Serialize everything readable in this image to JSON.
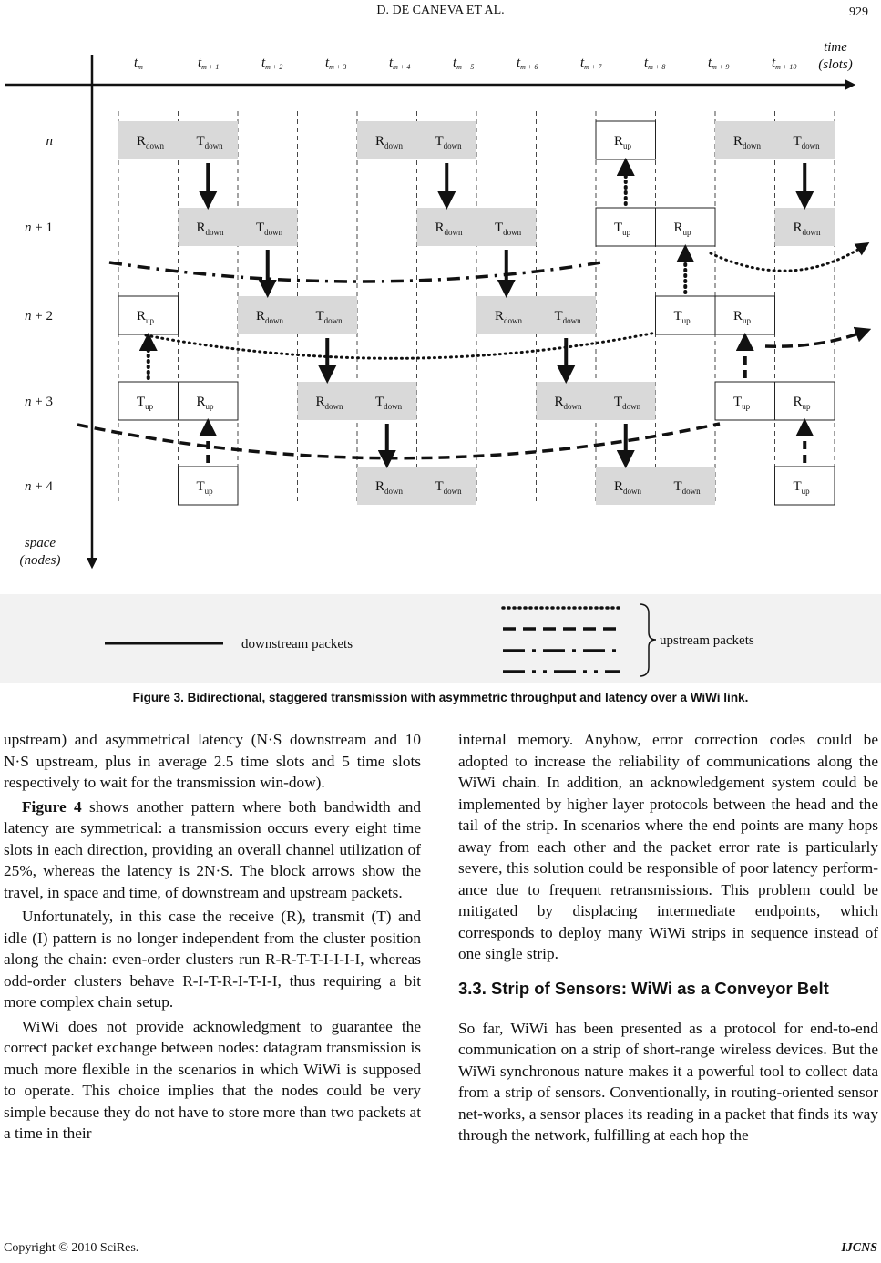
{
  "header": {
    "running_head": "D. DE CANEVA    ET    AL.",
    "page_number": "929"
  },
  "figure": {
    "time_axis_label": [
      "time",
      "(slots)"
    ],
    "space_axis_label": [
      "space",
      "(nodes)"
    ],
    "slot_labels": [
      "t_m",
      "t_m + 1",
      "t_m + 2",
      "t_m + 3",
      "t_m + 4",
      "t_m + 5",
      "t_m + 6",
      "t_m + 7",
      "t_m + 8",
      "t_m + 9",
      "t_m + 10"
    ],
    "node_labels": [
      "n",
      "n + 1",
      "n + 2",
      "n + 3",
      "n + 4"
    ],
    "schedule": [
      {
        "row": 0,
        "col": 0,
        "base": "R",
        "sub": "down"
      },
      {
        "row": 0,
        "col": 1,
        "base": "T",
        "sub": "down"
      },
      {
        "row": 0,
        "col": 4,
        "base": "R",
        "sub": "down"
      },
      {
        "row": 0,
        "col": 5,
        "base": "T",
        "sub": "down"
      },
      {
        "row": 0,
        "col": 8,
        "base": "R",
        "sub": "up"
      },
      {
        "row": 0,
        "col": 10,
        "base": "R",
        "sub": "down"
      },
      {
        "row": 0,
        "col": 11,
        "base": "T",
        "sub": "down"
      },
      {
        "row": 1,
        "col": 1,
        "base": "R",
        "sub": "down"
      },
      {
        "row": 1,
        "col": 2,
        "base": "T",
        "sub": "down"
      },
      {
        "row": 1,
        "col": 5,
        "base": "R",
        "sub": "down"
      },
      {
        "row": 1,
        "col": 6,
        "base": "T",
        "sub": "down"
      },
      {
        "row": 1,
        "col": 8,
        "base": "T",
        "sub": "up"
      },
      {
        "row": 1,
        "col": 9,
        "base": "R",
        "sub": "up"
      },
      {
        "row": 1,
        "col": 11,
        "base": "R",
        "sub": "down"
      },
      {
        "row": 2,
        "col": 0,
        "base": "R",
        "sub": "up"
      },
      {
        "row": 2,
        "col": 2,
        "base": "R",
        "sub": "down"
      },
      {
        "row": 2,
        "col": 3,
        "base": "T",
        "sub": "down"
      },
      {
        "row": 2,
        "col": 6,
        "base": "R",
        "sub": "down"
      },
      {
        "row": 2,
        "col": 7,
        "base": "T",
        "sub": "down"
      },
      {
        "row": 2,
        "col": 9,
        "base": "T",
        "sub": "up"
      },
      {
        "row": 2,
        "col": 10,
        "base": "R",
        "sub": "up"
      },
      {
        "row": 3,
        "col": 0,
        "base": "T",
        "sub": "up"
      },
      {
        "row": 3,
        "col": 1,
        "base": "R",
        "sub": "up"
      },
      {
        "row": 3,
        "col": 3,
        "base": "R",
        "sub": "down"
      },
      {
        "row": 3,
        "col": 4,
        "base": "T",
        "sub": "down"
      },
      {
        "row": 3,
        "col": 7,
        "base": "R",
        "sub": "down"
      },
      {
        "row": 3,
        "col": 8,
        "base": "T",
        "sub": "down"
      },
      {
        "row": 3,
        "col": 10,
        "base": "T",
        "sub": "up"
      },
      {
        "row": 3,
        "col": 11,
        "base": "R",
        "sub": "up"
      },
      {
        "row": 4,
        "col": 1,
        "base": "T",
        "sub": "up"
      },
      {
        "row": 4,
        "col": 4,
        "base": "R",
        "sub": "down"
      },
      {
        "row": 4,
        "col": 5,
        "base": "T",
        "sub": "down"
      },
      {
        "row": 4,
        "col": 8,
        "base": "R",
        "sub": "down"
      },
      {
        "row": 4,
        "col": 9,
        "base": "T",
        "sub": "down"
      },
      {
        "row": 4,
        "col": 11,
        "base": "T",
        "sub": "up"
      }
    ],
    "legend": {
      "downstream": "downstream packets",
      "upstream": "upstream packets"
    },
    "colors": {
      "downstream_cell": "#d9d9d9",
      "upstream_cell": "#ffffff",
      "legend_bg": "#f2f2f2"
    }
  },
  "caption": "Figure 3. Bidirectional, staggered transmission with asymmetric throughput and latency over a WiWi link.",
  "left_column": {
    "p1": "upstream) and asymmetrical latency (N·S downstream and 10 N·S upstream, plus in average 2.5 time slots and 5 time slots respectively to wait for the transmission win-dow).",
    "p2_lead": "Figure 4",
    "p2_rest": " shows another pattern where both bandwidth and latency are symmetrical: a transmission occurs every eight time slots in each direction, providing an overall channel utilization of 25%, whereas the latency is 2N·S. The block arrows show the travel, in space and time, of downstream and upstream packets.",
    "p3": "Unfortunately, in this case the receive (R), transmit (T) and idle (I) pattern is no longer independent from the cluster position along the chain: even-order clusters run R-R-T-T-I-I-I-I, whereas odd-order clusters behave R-I-T-R-I-T-I-I, thus requiring a bit more complex chain setup.",
    "p4": "WiWi does not provide acknowledgment to guarantee the correct packet exchange between nodes: datagram transmission is much more flexible in the scenarios in which WiWi is supposed to operate. This choice implies that the nodes could be very simple because they do not have to store more than two packets at a time in their"
  },
  "right_column": {
    "p1": "internal memory. Anyhow, error correction codes could be adopted to increase the reliability of communications along the WiWi chain. In addition, an acknowledgement system could be implemented by higher layer protocols between the head and the tail of the strip. In scenarios where the end points are many hops away from each other and the packet error rate is particularly severe, this solution could be responsible of poor latency perform-ance due to frequent retransmissions. This problem could be mitigated by displacing intermediate endpoints, which corresponds to deploy many WiWi strips in sequence instead of one single strip.",
    "heading": "3.3. Strip of Sensors: WiWi as a Conveyor Belt",
    "p2": "So far, WiWi has been presented as a protocol for end-to-end communication on a strip of short-range wireless devices. But the WiWi synchronous nature makes it a powerful tool to collect data from a strip of sensors. Conventionally, in routing-oriented sensor net-works, a sensor places its reading in a packet that finds its way through the network, fulfilling at each hop the"
  },
  "footer": {
    "copyright": "Copyright © 2010 SciRes.",
    "journal": "IJCNS"
  }
}
